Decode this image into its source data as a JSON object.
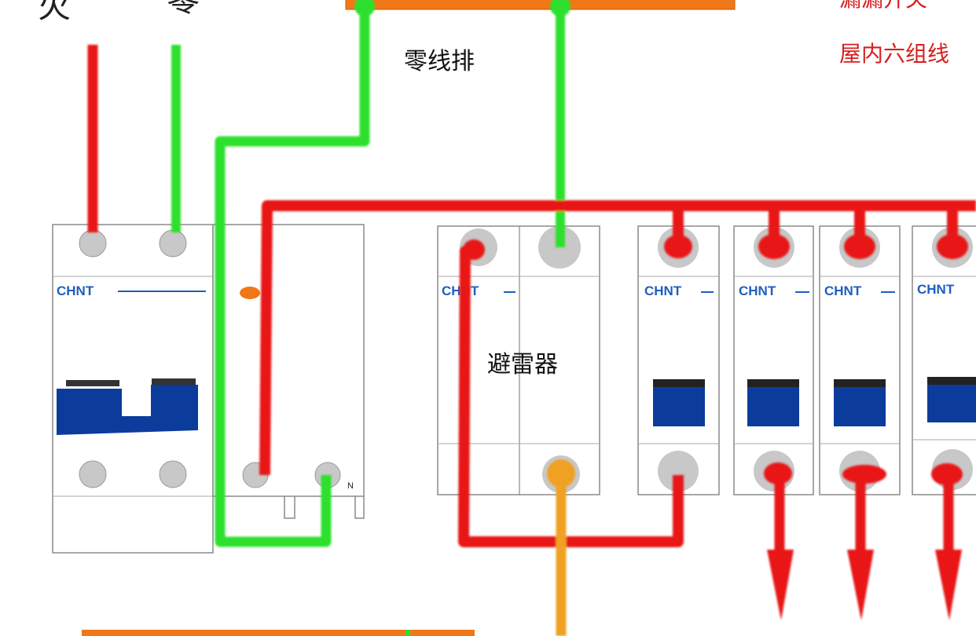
{
  "labels": {
    "live_label": "火",
    "neutral_label": "零",
    "neutral_bar": "零线排",
    "surge_protector": "避雷器",
    "note_line1": "漏漏开关",
    "note_line2": "屋内六组线",
    "neutral_terminal": "N"
  },
  "breakers": {
    "brand": "CHNT"
  },
  "colors": {
    "live": "#e81616",
    "neutral": "#2ee02e",
    "ground": "#f0a020",
    "busbar": "#f07818",
    "handle": "#0b3c9c",
    "terminal": "#c8c8c8",
    "note": "#d81e1e"
  }
}
